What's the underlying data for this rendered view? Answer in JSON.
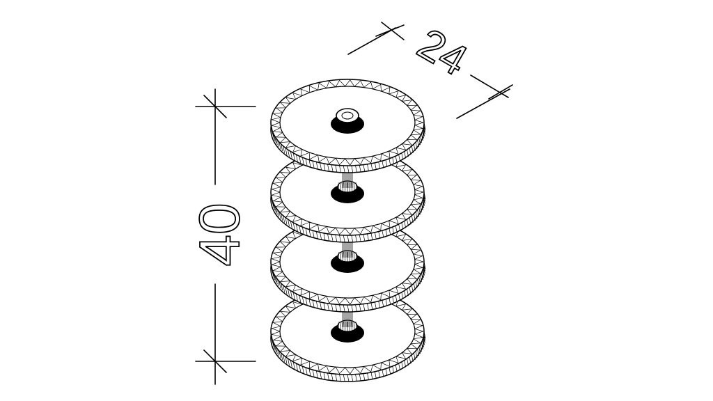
{
  "drawing": {
    "dimensions": {
      "height_label": "40",
      "width_label": "24"
    },
    "tiers": 4,
    "palette": {
      "line": "#000000",
      "background": "#ffffff"
    }
  }
}
